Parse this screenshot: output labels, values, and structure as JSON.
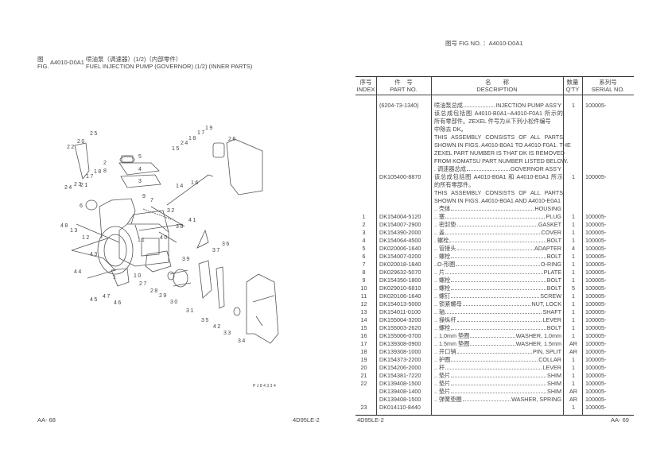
{
  "left_page": {
    "fig_label_cn": "图",
    "fig_label_en": "FIG.",
    "fig_code": "A4010-D0A1",
    "title_cn": "喷油泵（调速器）(1/2)（内部零件）",
    "title_en": "FUEL INJECTION PUMP (GOVERNOR) (1/2) (INNER PARTS)",
    "drawing_code": "PJ84334",
    "callouts": [
      "25",
      "19",
      "20",
      "22",
      "24",
      "23",
      "21",
      "17",
      "18",
      "2",
      "8",
      "5",
      "4",
      "3",
      "14",
      "16",
      "15",
      "24",
      "18",
      "17",
      "26",
      "6",
      "48",
      "13",
      "12",
      "9",
      "7",
      "32",
      "41",
      "38",
      "11",
      "40",
      "43",
      "44",
      "1",
      "10",
      "27",
      "45",
      "47",
      "46",
      "28",
      "29",
      "30",
      "31",
      "35",
      "42",
      "33",
      "34",
      "39",
      "37",
      "36"
    ],
    "footer_page": "AA- 68",
    "footer_model": "4D95LE-2"
  },
  "right_page": {
    "fig_no_label": "图号 FIG NO. ：A4010-D0A1",
    "footer_model": "4D95LE-2",
    "footer_page": "AA- 69"
  },
  "table": {
    "headers": {
      "index_cn": "序号",
      "index_en": "INDEX",
      "part_cn": "件　号",
      "part_en": "PART NO.",
      "desc_cn": "名　　称",
      "desc_en": "DESCRIPTION",
      "qty_cn": "数量",
      "qty_en": "Q'TY",
      "serial_cn": "系列号",
      "serial_en": "SERIAL NO."
    },
    "assembly": {
      "part": "(6204-73-1340)",
      "desc_cn": "喷油泵总成",
      "desc_en": "INJECTION PUMP ASS'Y",
      "qty": "1",
      "serial": "100005-",
      "note": [
        "该总成包括图 A4010-B0A1~A4010-F0A1 所示的",
        "所有零部件。ZEXEL 件号为从下列小松件编号",
        "中除去 DK。",
        "THIS ASSEMBLY CONSISTS OF ALL PARTS",
        "SHOWN IN FIGS. A4010-B0A1 TO A4010-F0A1. THE",
        "ZEXEL PART NUMBER IS THAT DK IS REMOVED",
        "FROM KOMATSU PART NUMBER LISTED BELOW."
      ]
    },
    "governor": {
      "part": "DK105400-8870",
      "desc_cn": ". 调速器总成",
      "desc_en": "GOVERNOR ASS'Y",
      "qty": "1",
      "serial": "100005-",
      "note": [
        "该总成包括图 A4010-B0A1 和 A4010-E0A1 所示",
        "的所有零部件。",
        "THIS ASSEMBLY CONSISTS OF ALL PARTS",
        "SHOWN IN FIGS. A4010-B0A1 AND A4010-E0A1"
      ]
    },
    "housing": {
      "desc_cn": ".. 壳体",
      "desc_en": "HOUSING"
    },
    "rows": [
      {
        "index": "1",
        "part": "DK154004-5120",
        "cn": ".. 塞",
        "en": "PLUG",
        "qty": "1",
        "serial": "100005-"
      },
      {
        "index": "2",
        "part": "DK154007-2900",
        "cn": ".. 密封垫",
        "en": "GASKET",
        "qty": "1",
        "serial": "100005-"
      },
      {
        "index": "3",
        "part": "DK154390-2000",
        "cn": ".. 盖",
        "en": "COVER",
        "qty": "1",
        "serial": "100005-"
      },
      {
        "index": "4",
        "part": "DK154064-4500",
        "cn": ". 螺栓",
        "en": "BOLT",
        "qty": "1",
        "serial": "100005-"
      },
      {
        "index": "5",
        "part": "DK020006-1640",
        "cn": ".. 管接头",
        "en": "ADAPTER",
        "qty": "4",
        "serial": "100005-"
      },
      {
        "index": "6",
        "part": "DK154007-0200",
        "cn": ".. 螺栓",
        "en": "BOLT",
        "qty": "1",
        "serial": "100005-"
      },
      {
        "index": "7",
        "part": "DK020018-1840",
        "cn": "..O-形圈",
        "en": "O-RING",
        "qty": "1",
        "serial": "100005-"
      },
      {
        "index": "8",
        "part": "DK029632-5070",
        "cn": ".. 片",
        "en": "PLATE",
        "qty": "1",
        "serial": "100005-"
      },
      {
        "index": "9",
        "part": "DK154350-1800",
        "cn": ".. 螺栓",
        "en": "BOLT",
        "qty": "1",
        "serial": "100005-"
      },
      {
        "index": "10",
        "part": "DK029010-6810",
        "cn": ".. 螺栓",
        "en": "BOLT",
        "qty": "5",
        "serial": "100005-"
      },
      {
        "index": "11",
        "part": "DK020106-1640",
        "cn": ".. 螺钉",
        "en": "SCREW",
        "qty": "1",
        "serial": "100005-"
      },
      {
        "index": "12",
        "part": "DK154013-5000",
        "cn": ".. 锁紧螺母",
        "en": "NUT, LOCK",
        "qty": "1",
        "serial": "100005-"
      },
      {
        "index": "13",
        "part": "DK154011-0100",
        "cn": ".. 轴",
        "en": "SHAFT",
        "qty": "1",
        "serial": "100005-"
      },
      {
        "index": "14",
        "part": "DK155004-3200",
        "cn": ".. 操纵杆",
        "en": "LEVER",
        "qty": "1",
        "serial": "100005-"
      },
      {
        "index": "15",
        "part": "DK155003-2620",
        "cn": ".. 螺栓",
        "en": "BOLT",
        "qty": "1",
        "serial": "100005-"
      },
      {
        "index": "16",
        "part": "DK155006-0700",
        "cn": ".. 1.0mm 垫圈",
        "en": "WASHER, 1.0mm",
        "qty": "1",
        "serial": "100005-"
      },
      {
        "index": "17",
        "part": "DK139308-0900",
        "cn": ".. 1.5mm 垫圈",
        "en": "WASHER, 1.5mm",
        "qty": "AR",
        "serial": "100005-"
      },
      {
        "index": "18",
        "part": "DK139308-1000",
        "cn": ".. 开口销",
        "en": "PIN, SPLIT",
        "qty": "AR",
        "serial": "100005-"
      },
      {
        "index": "19",
        "part": "DK154373-2200",
        "cn": ".. 护圈",
        "en": "COLLAR",
        "qty": "1",
        "serial": "100005-"
      },
      {
        "index": "20",
        "part": "DK154206-2000",
        "cn": ".. 杆",
        "en": "LEVER",
        "qty": "1",
        "serial": "100005-"
      },
      {
        "index": "21",
        "part": "DK154381-7220",
        "cn": ".. 垫片",
        "en": "SHIM",
        "qty": "1",
        "serial": "100005-"
      },
      {
        "index": "22",
        "part": "DK139408-1500",
        "cn": ".. 垫片",
        "en": "SHIM",
        "qty": "1",
        "serial": "100005-"
      },
      {
        "index": "",
        "part": "DK139408-1400",
        "cn": ".. 垫片",
        "en": "SHIM",
        "qty": "AR",
        "serial": "100005-"
      },
      {
        "index": "",
        "part": "DK139408-1500",
        "cn": ".. 弹簧垫圈",
        "en": "WASHER, SPRING",
        "qty": "AR",
        "serial": "100005-"
      },
      {
        "index": "23",
        "part": "DK014110-8440",
        "cn": "",
        "en": "",
        "qty": "1",
        "serial": "100005-"
      }
    ]
  }
}
